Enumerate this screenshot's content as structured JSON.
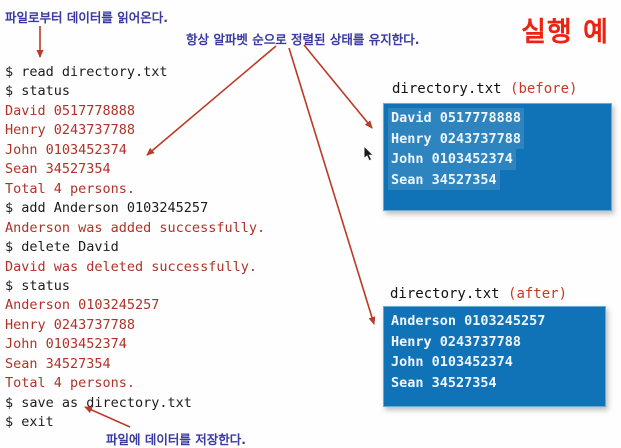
{
  "title": "실행 예",
  "annotations": {
    "read_file": "파일로부터 데이터를 읽어온다.",
    "keep_sorted": "항상 알파벳 순으로 정렬된 상태를 유지한다.",
    "save_file": "파일에 데이터를 저장한다."
  },
  "terminal": {
    "lines": [
      {
        "type": "cmd",
        "text": "$ read directory.txt"
      },
      {
        "type": "cmd",
        "text": "$ status"
      },
      {
        "type": "out",
        "text": "David 0517778888"
      },
      {
        "type": "out",
        "text": "Henry 0243737788"
      },
      {
        "type": "out",
        "text": "John 0103452374"
      },
      {
        "type": "out",
        "text": "Sean 34527354"
      },
      {
        "type": "out",
        "text": "Total 4 persons."
      },
      {
        "type": "cmd",
        "text": "$ add Anderson 0103245257"
      },
      {
        "type": "out",
        "text": "Anderson was added successfully."
      },
      {
        "type": "cmd",
        "text": "$ delete David"
      },
      {
        "type": "out",
        "text": "David was deleted successfully."
      },
      {
        "type": "cmd",
        "text": "$ status"
      },
      {
        "type": "out",
        "text": "Anderson 0103245257"
      },
      {
        "type": "out",
        "text": "Henry 0243737788"
      },
      {
        "type": "out",
        "text": "John 0103452374"
      },
      {
        "type": "out",
        "text": "Sean 34527354"
      },
      {
        "type": "out",
        "text": "Total 4 persons."
      },
      {
        "type": "cmd",
        "text": "$ save as directory.txt"
      },
      {
        "type": "cmd",
        "text": "$ exit"
      }
    ]
  },
  "file_before": {
    "name": "directory.txt",
    "state": "(before)",
    "lines": [
      "David 0517778888",
      "Henry 0243737788",
      "John 0103452374",
      "Sean 34527354"
    ]
  },
  "file_after": {
    "name": "directory.txt",
    "state": "(after)",
    "lines": [
      "Anderson 0103245257",
      "Henry 0243737788",
      "John 0103452374",
      "Sean 34527354"
    ]
  },
  "icons": {
    "mouse_cursor": "arrow-pointer",
    "annotation_arrows": "red-line-arrow"
  },
  "colors": {
    "title_red": "#ee2211",
    "output_red": "#b03228",
    "command_black": "#1c1c1c",
    "annotation_navy": "#3a3aa2",
    "arrow_red": "#bb3a28",
    "filebox_blue": "#1173b7",
    "filebox_text": "#eef6ff"
  }
}
